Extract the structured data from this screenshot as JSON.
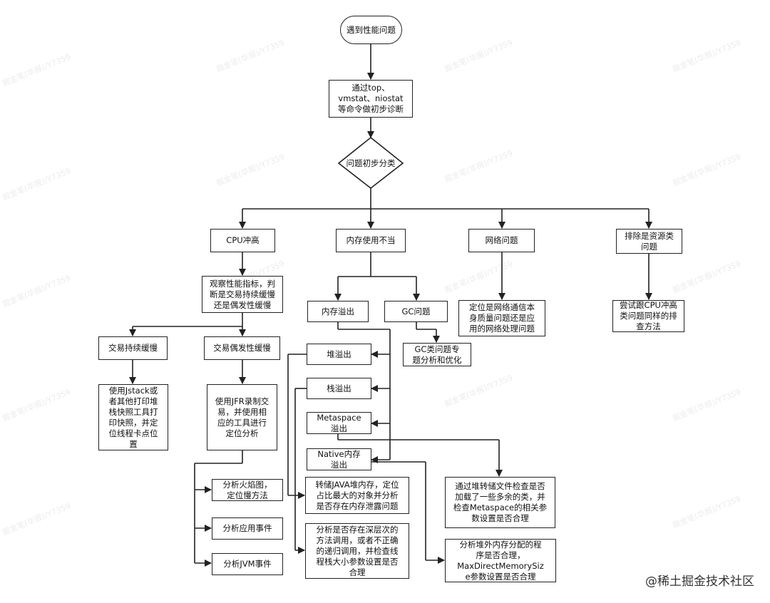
{
  "watermark": "掘金笔(华报)/Y7359",
  "nodes": {
    "start": "遇到性能问题",
    "diagnose": "通过top、vmstat、niostat等命令做初步诊断",
    "classify": "问题初步分类",
    "cpu_high": "CPU冲高",
    "memory_misuse": "内存使用不当",
    "network_issue": "网络问题",
    "resource_issue": "排除是资源类问题",
    "observe_metrics": "观察性能指标，判断是交易持续缓慢还是偶发性缓慢",
    "memory_overflow": "内存溢出",
    "gc_issue": "GC问题",
    "network_locate": "定位是网络通信本身质量问题还是应用的网络处理问题",
    "resource_try": "尝试跟CPU冲高类问题同样的排查方法",
    "gc_analysis": "GC类问题专题分析和优化",
    "sustained_slow": "交易持续缓慢",
    "occasional_slow": "交易偶发性缓慢",
    "heap_overflow": "堆溢出",
    "stack_overflow": "栈溢出",
    "metaspace_overflow": "Metaspace溢出",
    "native_overflow": "Native内存溢出",
    "jstack": "使用Jstack或者其他打印堆栈快照工具打印快照，并定位线程卡点位置",
    "jfr": "使用JFR录制交易，并使用相应的工具进行定位分析",
    "flame_graph": "分析火焰图，定位慢方法",
    "app_events": "分析应用事件",
    "jvm_events": "分析JVM事件",
    "heap_dump": "转储JAVA堆内存，定位占比最大的对象并分析是否存在内存泄露问题",
    "deep_call": "分析是否存在深层次的方法调用，或者不正确的递归调用，并检查线程栈大小参数设置是否合理",
    "metaspace_check": "通过堆转储文件检查是否加载了一些多余的类，并检查Metaspace的相关参数设置是否合理",
    "offheap_check": "分析堆外内存分配的程序是否合理，MaxDirectMemorySize参数设置是否合理"
  },
  "lines": {
    "start": [
      "遇到性能问题"
    ],
    "diagnose": [
      "通过top、",
      "vmstat、niostat",
      "等命令做初步诊断"
    ],
    "classify": [
      "问题初步分类"
    ],
    "cpu_high": [
      "CPU冲高"
    ],
    "memory_misuse": [
      "内存使用不当"
    ],
    "network_issue": [
      "网络问题"
    ],
    "resource_issue": [
      "排除是资源类",
      "问题"
    ],
    "observe_metrics": [
      "观察性能指标，判",
      "断是交易持续缓慢",
      "还是偶发性缓慢"
    ],
    "memory_overflow": [
      "内存溢出"
    ],
    "gc_issue": [
      "GC问题"
    ],
    "network_locate": [
      "定位是网络通信本",
      "身质量问题还是应",
      "用的网络处理问题"
    ],
    "resource_try": [
      "尝试跟CPU冲高",
      "类问题同样的排",
      "查方法"
    ],
    "gc_analysis": [
      "GC类问题专",
      "题分析和优化"
    ],
    "sustained_slow": [
      "交易持续缓慢"
    ],
    "occasional_slow": [
      "交易偶发性缓慢"
    ],
    "heap_overflow": [
      "堆溢出"
    ],
    "stack_overflow": [
      "栈溢出"
    ],
    "metaspace_overflow": [
      "Metaspace",
      "溢出"
    ],
    "native_overflow": [
      "Native内存",
      "溢出"
    ],
    "jstack": [
      "使用Jstack或",
      "者其他打印堆",
      "栈快照工具打",
      "印快照，并定",
      "位线程卡点位",
      "置"
    ],
    "jfr": [
      "使用JFR录制交",
      "易，并使用相",
      "应的工具进行",
      "定位分析"
    ],
    "flame_graph": [
      "分析火焰图，",
      "定位慢方法"
    ],
    "app_events": [
      "分析应用事件"
    ],
    "jvm_events": [
      "分析JVM事件"
    ],
    "heap_dump": [
      "转储JAVA堆内存，定位",
      "占比最大的对象并分析",
      "是否存在内存泄露问题"
    ],
    "deep_call": [
      "分析是否存在深层次的",
      "方法调用，或者不正确",
      "的递归调用，并检查线",
      "程栈大小参数设置是否",
      "合理"
    ],
    "metaspace_check": [
      "通过堆转储文件检查是否",
      "加载了一些多余的类，并",
      "检查Metaspace的相关参",
      "数设置是否合理"
    ],
    "offheap_check": [
      "分析堆外内存分配的程",
      "序是否合理，",
      "MaxDirectMemorySiz",
      "e参数设置是否合理"
    ]
  },
  "footer": "@稀土掘金技术社区",
  "colors": {
    "stroke": "#222222",
    "background": "#ffffff"
  }
}
